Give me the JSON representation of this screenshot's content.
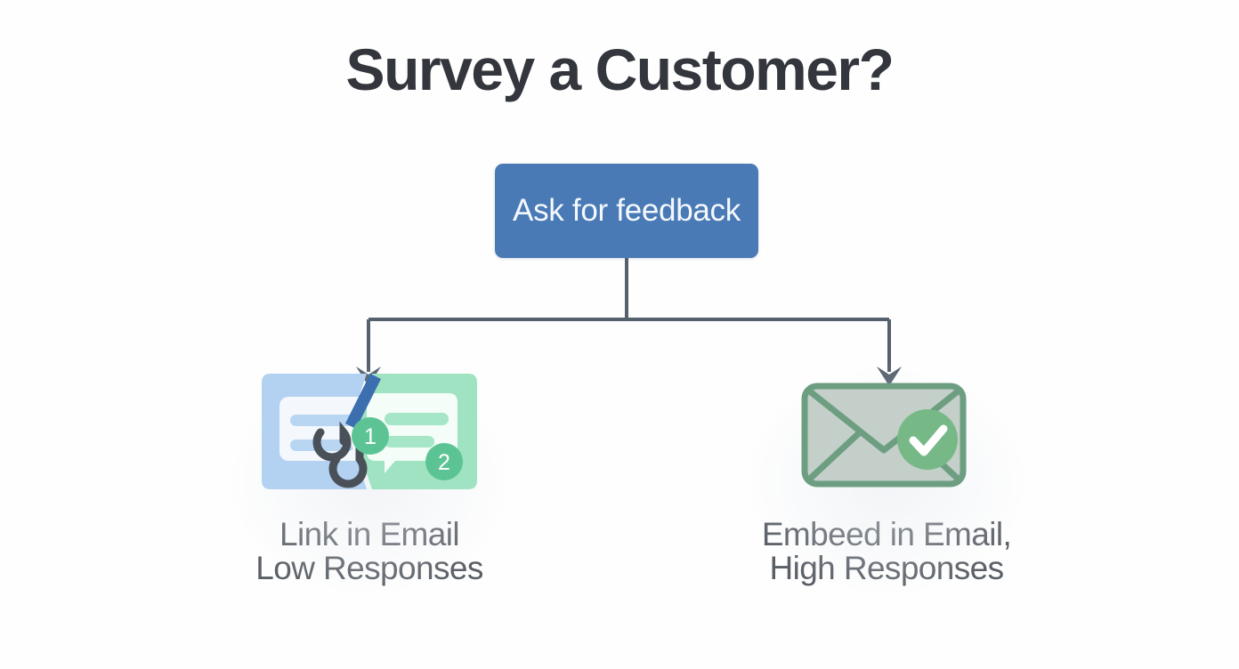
{
  "page": {
    "title": "Survey a Customer?",
    "background_color": "#fefefe"
  },
  "diagram": {
    "type": "decision-tree",
    "root": {
      "label": "Ask for feedback",
      "fill_color": "#4a7ab6",
      "text_color": "#f4f8fc"
    },
    "connector": {
      "color": "#56616e",
      "style": "elbow-with-arrowheads"
    },
    "branches": [
      {
        "id": "link-in-email",
        "icon_name": "broken-link-split-card-icon",
        "label_line1": "Link in Email",
        "label_line2": "Low Responses",
        "badges": [
          "1",
          "2"
        ],
        "colors": {
          "card_left": "#b3d1f0",
          "card_right": "#9fe3c2",
          "chain": "#4a5058",
          "slash": "#3b6fb0",
          "badge": "#5cc494"
        }
      },
      {
        "id": "embed-in-email",
        "icon_name": "envelope-check-icon",
        "label_line1": "Embeed in Email,",
        "label_line2": "High Responses",
        "colors": {
          "envelope_fill": "#c3cfc8",
          "envelope_stroke": "#6d9e81",
          "check_badge": "#76b987",
          "check_mark": "#ffffff"
        }
      }
    ]
  }
}
